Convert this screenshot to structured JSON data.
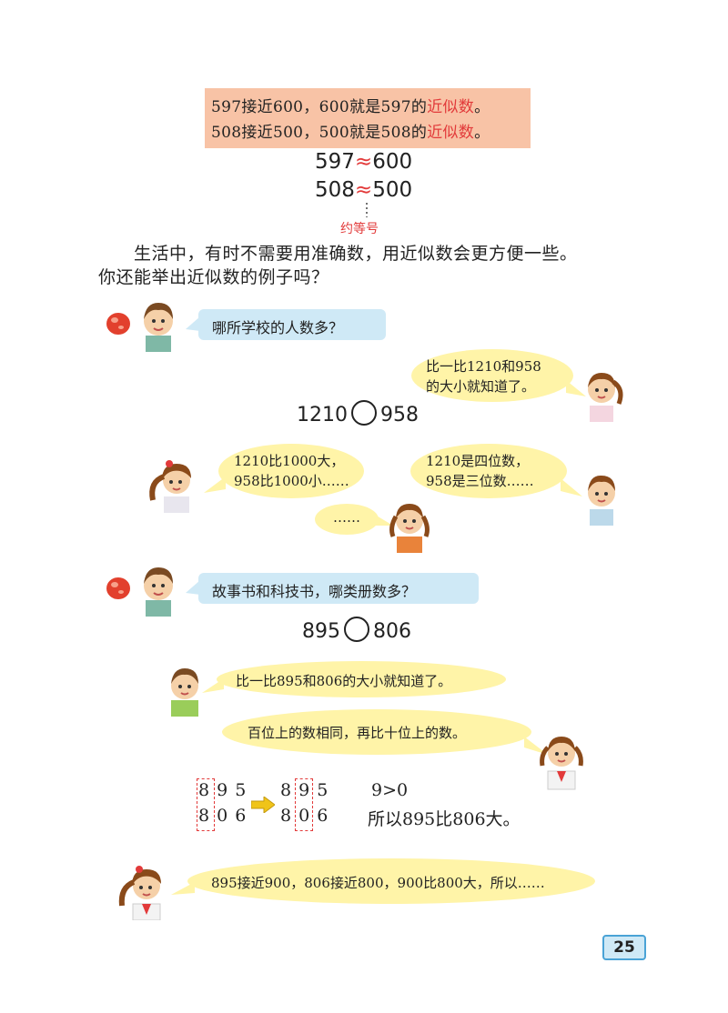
{
  "note": {
    "line1": {
      "a": "597接近600，600就是597的",
      "b": "近似数",
      "c": "。"
    },
    "line2": {
      "a": "508接近500，500就是508的",
      "b": "近似数",
      "c": "。"
    }
  },
  "approx": {
    "row1": {
      "left": "597",
      "symbol": "≈",
      "right": "600"
    },
    "row2": {
      "left": "508",
      "symbol": "≈",
      "right": "500"
    },
    "label": "约等号"
  },
  "paragraph": {
    "line1": "生活中，有时不需要用准确数，用近似数会更方便一些。",
    "line2": "你还能举出近似数的例子吗？"
  },
  "section1": {
    "question": "哪所学校的人数多？",
    "comparison": {
      "left": "1210",
      "right": "958"
    },
    "bubbles": {
      "girl_top": [
        "比一比1210和958",
        "的大小就知道了。"
      ],
      "girl_left": [
        "1210比1000大，",
        "958比1000小……"
      ],
      "boy_right": [
        "1210是四位数，",
        "958是三位数……"
      ],
      "small": "……"
    }
  },
  "section2": {
    "question": "故事书和科技书，哪类册数多？",
    "comparison": {
      "left": "895",
      "right": "806"
    },
    "bubbles": {
      "boy": "比一比895和806的大小就知道了。",
      "girl": "百位上的数相同，再比十位上的数。",
      "bottom_girl": "895接近900，806接近800，900比800大，所以……"
    },
    "digits": {
      "top_left": [
        "8",
        "9",
        "5"
      ],
      "bottom_left": [
        "8",
        "0",
        "6"
      ],
      "top_right": [
        "8",
        "9",
        "5"
      ],
      "bottom_right": [
        "8",
        "0",
        "6"
      ],
      "compare": "9>0",
      "conclusion": "所以895比806大。"
    }
  },
  "page_number": "25"
}
